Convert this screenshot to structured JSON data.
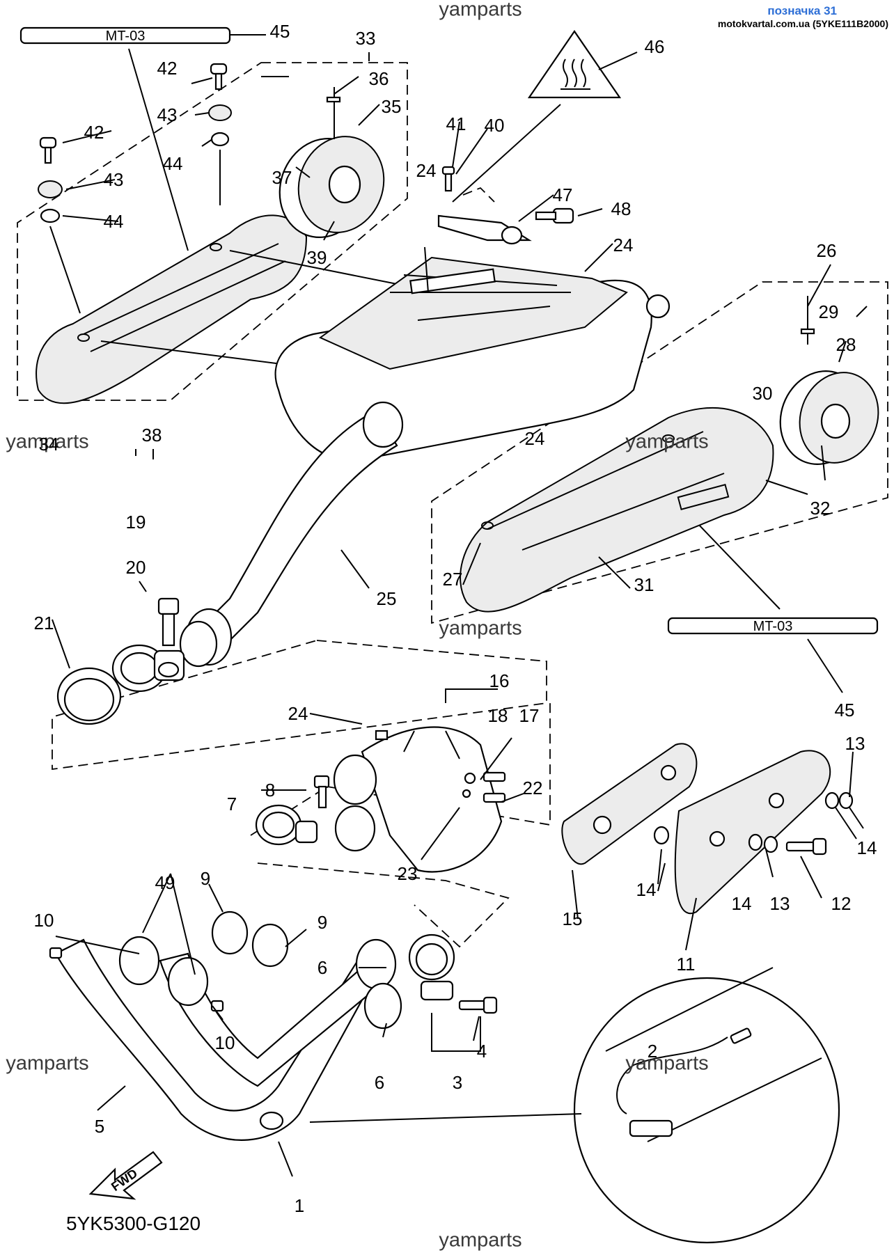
{
  "header": {
    "page_label": "позначка 31",
    "source_ref": "motokvartal.com.ua (5YKE111B2000)"
  },
  "watermark": "yamparts",
  "diagram_code": "5YK5300-G120",
  "fwd_label": "FWD",
  "emblem_text": "MT-03",
  "callouts": [
    "1",
    "2",
    "3",
    "4",
    "5",
    "6",
    "6",
    "7",
    "8",
    "9",
    "9",
    "10",
    "10",
    "11",
    "12",
    "13",
    "13",
    "14",
    "14",
    "14",
    "15",
    "16",
    "17",
    "18",
    "19",
    "20",
    "21",
    "22",
    "23",
    "24",
    "24",
    "24",
    "24",
    "25",
    "26",
    "27",
    "28",
    "29",
    "30",
    "31",
    "32",
    "33",
    "34",
    "35",
    "36",
    "37",
    "38",
    "39",
    "40",
    "41",
    "42",
    "42",
    "43",
    "43",
    "44",
    "44",
    "45",
    "45",
    "46",
    "47",
    "48",
    "49"
  ]
}
